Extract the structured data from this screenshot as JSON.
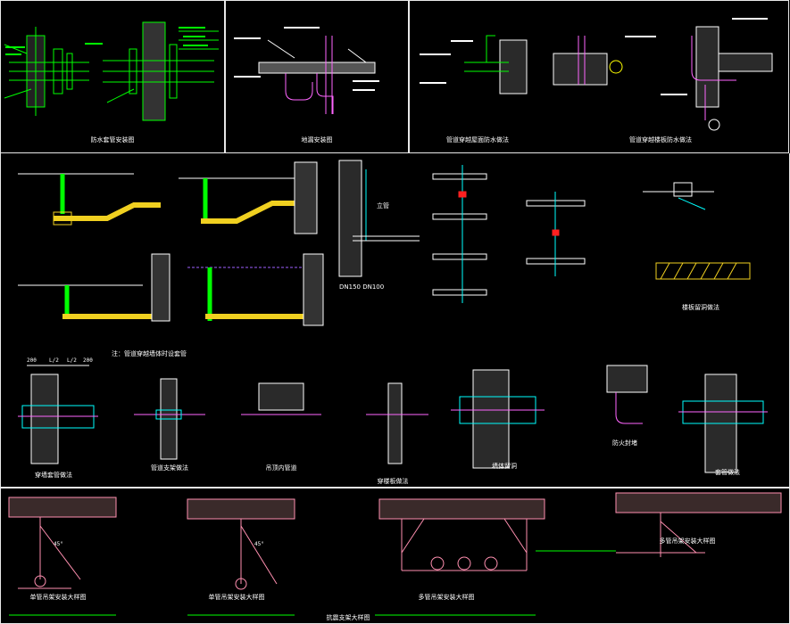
{
  "colors": {
    "background": "#000000",
    "frame": "#e8e8e8",
    "green": "#00ff00",
    "wall": "#ffffff",
    "concrete": "#bfbfbf",
    "pipe_yellow": "#f0d020",
    "magenta": "#ff66ff",
    "pink": "#ff8fb0",
    "red": "#ff2020",
    "cyan": "#00ffff",
    "purple": "#a060ff",
    "blue": "#4060ff",
    "orange": "#ff9900"
  },
  "drawing": {
    "top_panels": [
      {
        "caption": "防水套管安装图"
      },
      {
        "caption": "地漏安装图"
      },
      {
        "caption": "管道穿越屋面防水做法"
      },
      {
        "caption": "管道穿越楼板防水做法"
      }
    ],
    "middle": {
      "note_pipe": "立管",
      "note_spec": "DN150 DN100",
      "note_wall_text": "注：管道穿越墙体时设套管",
      "caption_bottom_right": "楼板留洞做法"
    },
    "row3": {
      "dims": [
        "200",
        "L/2",
        "L/2",
        "200"
      ],
      "captions": [
        "穿墙套管做法",
        "管道支架做法",
        "吊顶内管道",
        "穿楼板做法",
        "墙体留洞",
        "防火封堵",
        "套管做法"
      ]
    },
    "bottom": {
      "captions": [
        "单管吊架安装大样图",
        "单管吊架安装大样图",
        "多管吊架安装大样图",
        "多管吊架安装大样图"
      ],
      "center_caption": "抗震支架大样图",
      "angle": "45°"
    }
  }
}
